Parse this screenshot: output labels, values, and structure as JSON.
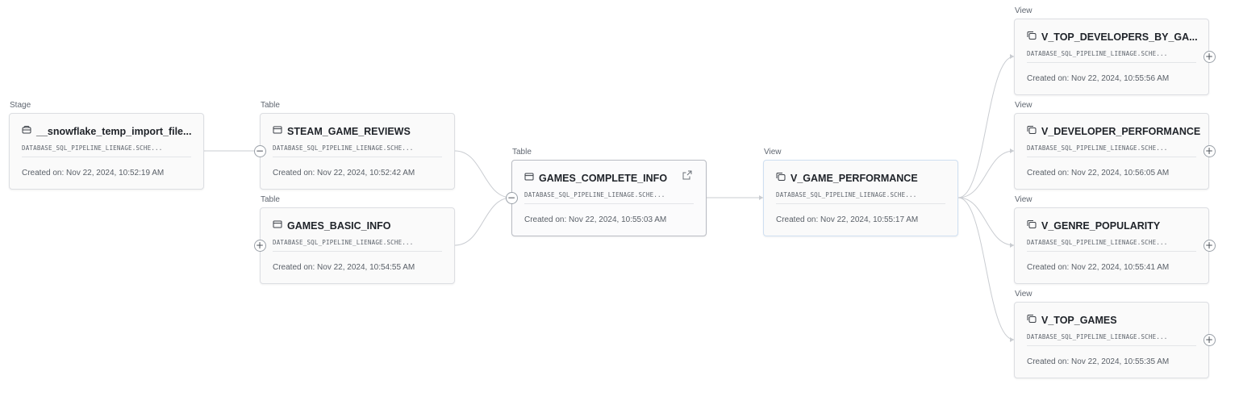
{
  "nodes": [
    {
      "key": "stage",
      "type": "Stage",
      "icon": "stage-icon",
      "title": "__snowflake_temp_import_file...",
      "path": "DATABASE_SQL_PIPELINE_LIENAGE.SCHE...",
      "date": "Created on: Nov 22, 2024, 10:52:19 AM"
    },
    {
      "key": "steam-game-reviews",
      "type": "Table",
      "icon": "table-icon",
      "title": "STEAM_GAME_REVIEWS",
      "path": "DATABASE_SQL_PIPELINE_LIENAGE.SCHE...",
      "date": "Created on: Nov 22, 2024, 10:52:42 AM",
      "toggle": "collapse"
    },
    {
      "key": "games-basic-info",
      "type": "Table",
      "icon": "table-icon",
      "title": "GAMES_BASIC_INFO",
      "path": "DATABASE_SQL_PIPELINE_LIENAGE.SCHE...",
      "date": "Created on: Nov 22, 2024, 10:54:55 AM",
      "toggle": "expand"
    },
    {
      "key": "games-complete-info",
      "type": "Table",
      "icon": "table-icon",
      "title": "GAMES_COMPLETE_INFO",
      "path": "DATABASE_SQL_PIPELINE_LIENAGE.SCHE...",
      "date": "Created on: Nov 22, 2024, 10:55:03 AM",
      "toggle": "collapse",
      "selected": true
    },
    {
      "key": "v-game-performance",
      "type": "View",
      "icon": "view-icon",
      "title": "V_GAME_PERFORMANCE",
      "path": "DATABASE_SQL_PIPELINE_LIENAGE.SCHE...",
      "date": "Created on: Nov 22, 2024, 10:55:17 AM"
    },
    {
      "key": "v-top-developers",
      "type": "View",
      "icon": "view-icon",
      "title": "V_TOP_DEVELOPERS_BY_GA...",
      "path": "DATABASE_SQL_PIPELINE_LIENAGE.SCHE...",
      "date": "Created on: Nov 22, 2024, 10:55:56 AM",
      "toggle": "expand"
    },
    {
      "key": "v-developer-performance",
      "type": "View",
      "icon": "view-icon",
      "title": "V_DEVELOPER_PERFORMANCE",
      "path": "DATABASE_SQL_PIPELINE_LIENAGE.SCHE...",
      "date": "Created on: Nov 22, 2024, 10:56:05 AM",
      "toggle": "expand"
    },
    {
      "key": "v-genre-popularity",
      "type": "View",
      "icon": "view-icon",
      "title": "V_GENRE_POPULARITY",
      "path": "DATABASE_SQL_PIPELINE_LIENAGE.SCHE...",
      "date": "Created on: Nov 22, 2024, 10:55:41 AM",
      "toggle": "expand"
    },
    {
      "key": "v-top-games",
      "type": "View",
      "icon": "view-icon",
      "title": "V_TOP_GAMES",
      "path": "DATABASE_SQL_PIPELINE_LIENAGE.SCHE...",
      "date": "Created on: Nov 22, 2024, 10:55:35 AM",
      "toggle": "expand"
    }
  ],
  "edges": [
    [
      "stage",
      "steam-game-reviews"
    ],
    [
      "steam-game-reviews",
      "games-complete-info"
    ],
    [
      "games-basic-info",
      "games-complete-info"
    ],
    [
      "games-complete-info",
      "v-game-performance"
    ],
    [
      "v-game-performance",
      "v-top-developers"
    ],
    [
      "v-game-performance",
      "v-developer-performance"
    ],
    [
      "v-game-performance",
      "v-genre-popularity"
    ],
    [
      "v-game-performance",
      "v-top-games"
    ]
  ],
  "colors": {
    "edge": "#c9ccd1",
    "border": "#dcdee2",
    "selected_border": "#b9bcc3",
    "highlight_border": "#cfdff1"
  },
  "toggle_glyphs": {
    "collapse": "−",
    "expand": "+"
  }
}
